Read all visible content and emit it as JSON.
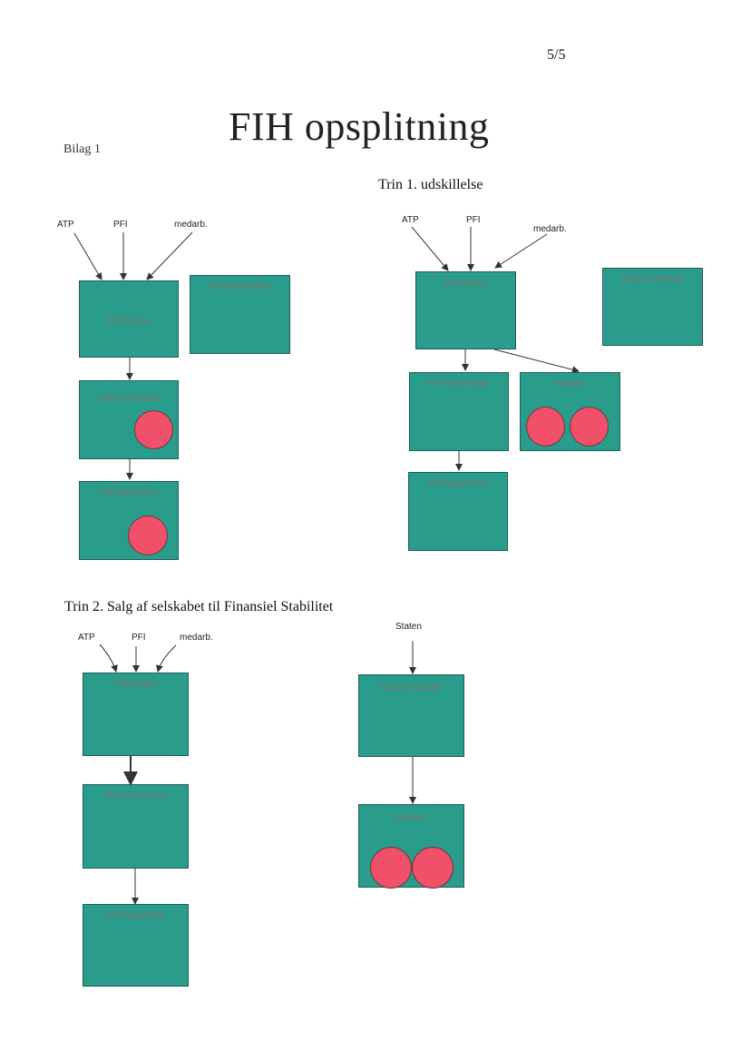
{
  "page_number": "5/5",
  "title": "FIH opsplitning",
  "bilag": "Bilag 1",
  "trin1": {
    "heading": "Trin 1. udskillelse"
  },
  "trin2": {
    "heading": "Trin 2. Salg af selskabet til Finansiel Stabilitet"
  },
  "diagram0": {
    "sources": [
      "ATP",
      "PFI",
      "medarb."
    ],
    "holding": "FIH Holding",
    "fs": "Finansiel Stabilitet",
    "erhverv": "FIH Erhvervsbank",
    "kapital": "FIH Kapital Bank"
  },
  "diagram1": {
    "sources": [
      "ATP",
      "PFI",
      "medarb."
    ],
    "holding": "FIH Holding",
    "fs": "Finansiel Stabilitet",
    "erhverv": "FIH Erhvervsbank",
    "selskabet": "Selskabet",
    "kapital": "FIH Kapital Bank"
  },
  "diagram2": {
    "sources": [
      "ATP",
      "PFI",
      "medarb."
    ],
    "holding": "FIH Holding",
    "erhverv": "FIH Erhvervsbank",
    "kapital": "FIH Kapital Bank",
    "staten": "Staten",
    "fs": "Finansiel Stabilitet",
    "selskabet": "Selskabet"
  },
  "colors": {
    "box": "#2a9c8c",
    "coin": "#f0506a",
    "box_text": "#8e6a64"
  }
}
